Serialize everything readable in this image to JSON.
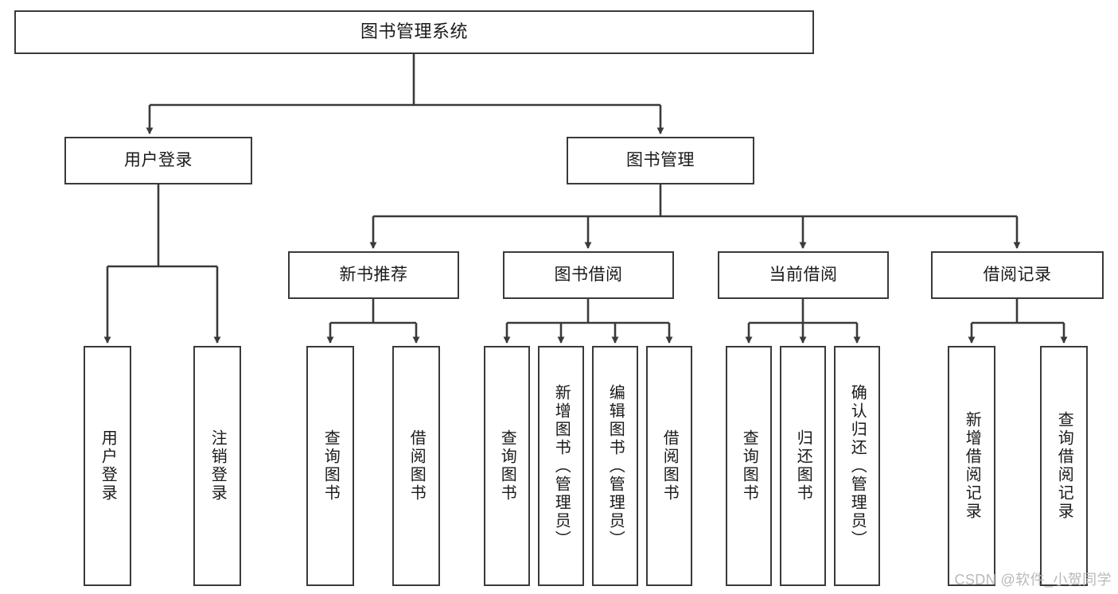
{
  "diagram": {
    "type": "tree",
    "title": "图书管理系统",
    "theme": {
      "background": "#ffffff",
      "node_fill": "#ffffff",
      "node_border": "#3a3a3a",
      "edge_color": "#3a3a3a",
      "text_color": "#1a1a1a",
      "watermark_color": "#b9b9b9"
    },
    "root": {
      "label": "图书管理系统"
    },
    "level2": [
      {
        "label": "用户登录"
      },
      {
        "label": "图书管理"
      }
    ],
    "level3": [
      {
        "label": "新书推荐"
      },
      {
        "label": "图书借阅"
      },
      {
        "label": "当前借阅"
      },
      {
        "label": "借阅记录"
      }
    ],
    "leaves": {
      "user_login": [
        {
          "label": "用户登录"
        },
        {
          "label": "注销登录"
        }
      ],
      "new_book_recommend": [
        {
          "label": "查询图书"
        },
        {
          "label": "借阅图书"
        }
      ],
      "book_borrow": [
        {
          "label": "查询图书"
        },
        {
          "label": "新增图书（管理员）"
        },
        {
          "label": "编辑图书（管理员）"
        },
        {
          "label": "借阅图书"
        }
      ],
      "current_borrow": [
        {
          "label": "查询图书"
        },
        {
          "label": "归还图书"
        },
        {
          "label": "确认归还（管理员）"
        }
      ],
      "borrow_record": [
        {
          "label": "新增借阅记录"
        },
        {
          "label": "查询借阅记录"
        }
      ]
    }
  },
  "watermark": {
    "text": "CSDN @软件_小贺同学"
  }
}
